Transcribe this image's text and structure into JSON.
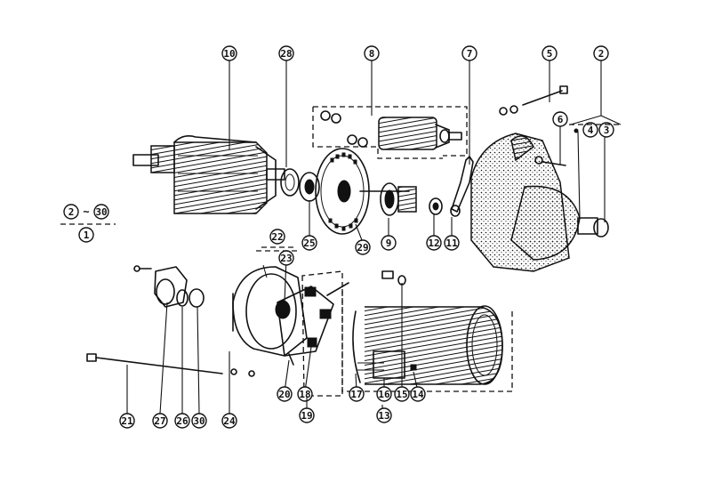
{
  "callouts": {
    "c1": "1",
    "c2a": "2",
    "c2b": "2",
    "c3": "3",
    "c4": "4",
    "c5": "5",
    "c6": "6",
    "c7": "7",
    "c8": "8",
    "c9": "9",
    "c10": "10",
    "c11": "11",
    "c12": "12",
    "c13": "13",
    "c14": "14",
    "c15": "15",
    "c16": "16",
    "c17": "17",
    "c18": "18",
    "c19": "19",
    "c20": "20",
    "c21": "21",
    "c22": "22",
    "c23": "23",
    "c24": "24",
    "c25": "25",
    "c26": "26",
    "c27": "27",
    "c28": "28",
    "c29": "29",
    "c30a": "30",
    "c30b": "30"
  },
  "legend": {
    "tilde": "~"
  },
  "colors": {
    "ink": "#111111",
    "paper": "#ffffff"
  }
}
